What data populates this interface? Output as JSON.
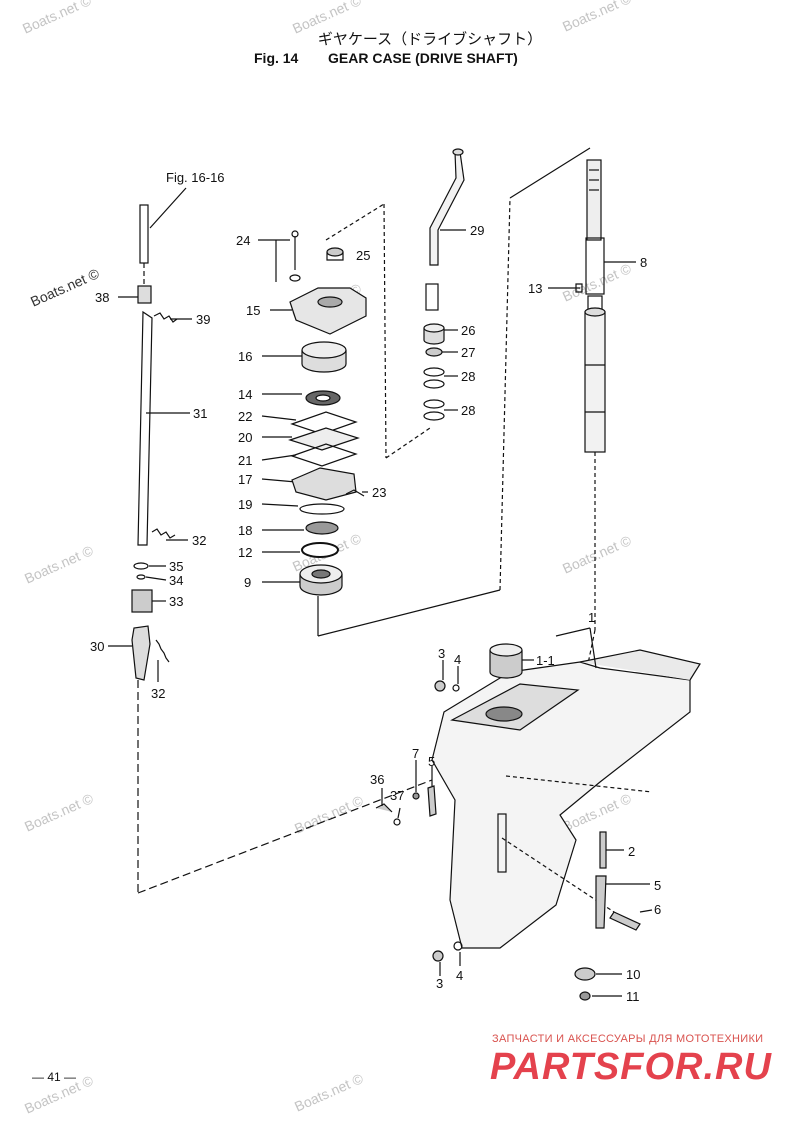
{
  "header": {
    "title_jp": "ギヤケース（ドライブシャフト）",
    "fig_label": "Fig. 14",
    "fig_title": "GEAR CASE (DRIVE SHAFT)"
  },
  "diagram": {
    "ref": "Fig. 16-16",
    "callouts": {
      "c1": "1",
      "c1_1": "1-1",
      "c2": "2",
      "c3a": "3",
      "c3b": "3",
      "c4a": "4",
      "c4b": "4",
      "c5a": "5",
      "c5b": "5",
      "c6": "6",
      "c7": "7",
      "c8": "8",
      "c9": "9",
      "c10": "10",
      "c11": "11",
      "c12": "12",
      "c13": "13",
      "c14": "14",
      "c15": "15",
      "c16": "16",
      "c17": "17",
      "c18": "18",
      "c19": "19",
      "c20": "20",
      "c21": "21",
      "c22": "22",
      "c23": "23",
      "c24": "24",
      "c25": "25",
      "c26": "26",
      "c27": "27",
      "c28a": "28",
      "c28b": "28",
      "c29": "29",
      "c30": "30",
      "c31": "31",
      "c32a": "32",
      "c32b": "32",
      "c33": "33",
      "c34": "34",
      "c35": "35",
      "c36": "36",
      "c37": "37",
      "c38": "38",
      "c39": "39"
    }
  },
  "watermark": "Boats.net ©",
  "footer": {
    "page_number": "— 41 —",
    "shop_tagline": "ЗАПЧАСТИ И АКСЕССУАРЫ ДЛЯ МОТОТЕХНИКИ",
    "shop_logo": "PARTSFOR.RU"
  },
  "colors": {
    "ink": "#111111",
    "watermark": "#c4c4c4",
    "brand": "#e4424d"
  }
}
